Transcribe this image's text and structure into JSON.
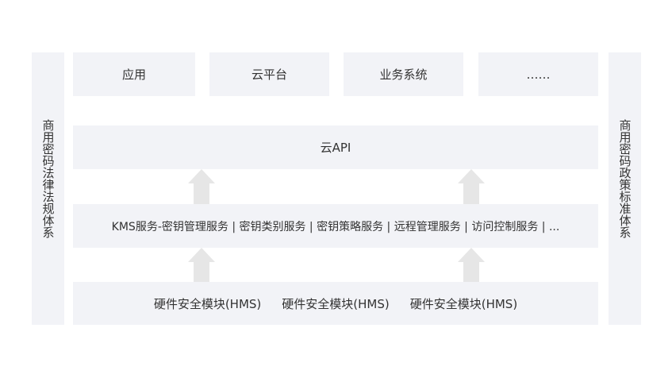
{
  "left_side": {
    "label": "商用密码法律法规体系"
  },
  "right_side": {
    "label": "商用密码政策标准体系"
  },
  "top_row": [
    "应用",
    "云平台",
    "业务系统",
    "……"
  ],
  "cloud_api": {
    "label": "云API"
  },
  "services_bar": {
    "label": "KMS服务-密钥管理服务 | 密钥类别服务 | 密钥策略服务 | 远程管理服务 | 访问控制服务 | ..."
  },
  "hsm_row": [
    "硬件安全模块(HMS)",
    "硬件安全模块(HMS)",
    "硬件安全模块(HMS)"
  ],
  "colors": {
    "box_fill": "#f2f3f7",
    "arrow": "#e6e6e6",
    "text": "#333333"
  }
}
